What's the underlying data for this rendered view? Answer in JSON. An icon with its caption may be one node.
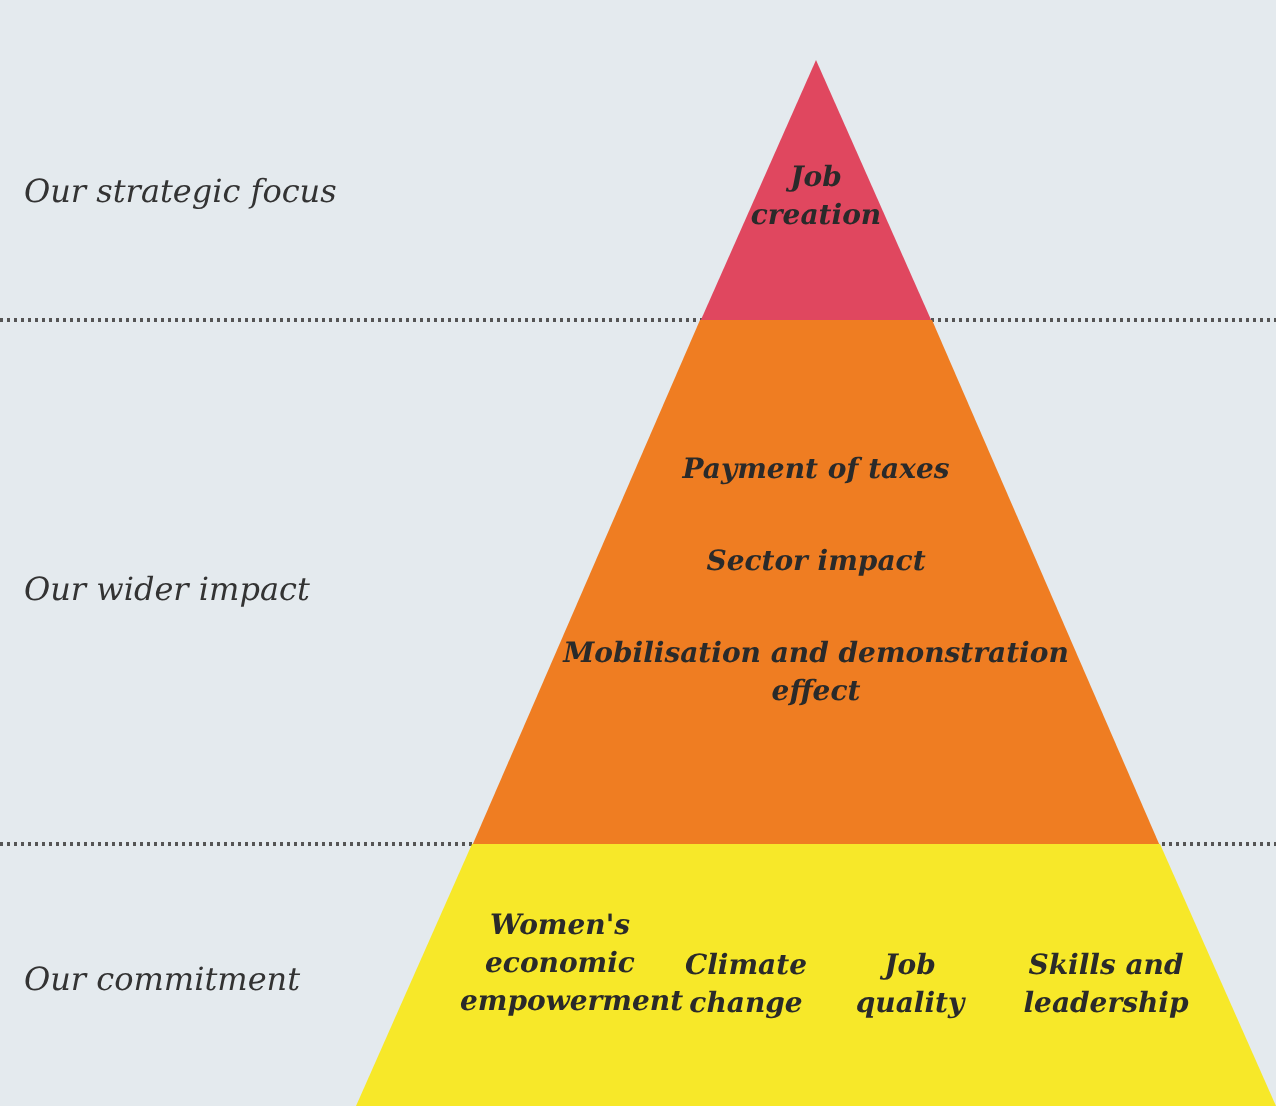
{
  "diagram": {
    "nodes": [
      {
        "text": [
          "Job creation"
        ]
      },
      {
        "text": [
          "Payment of taxes",
          "Sector impact",
          "Mobilisation and demonstration effect"
        ]
      },
      {
        "text": [
          "Women's economic empowerment",
          "Climate change",
          "Job quality",
          "Skills and leadership"
        ]
      }
    ],
    "labels": [
      "Our strategic focus",
      "Our wider impact",
      "Our commitment"
    ]
  }
}
